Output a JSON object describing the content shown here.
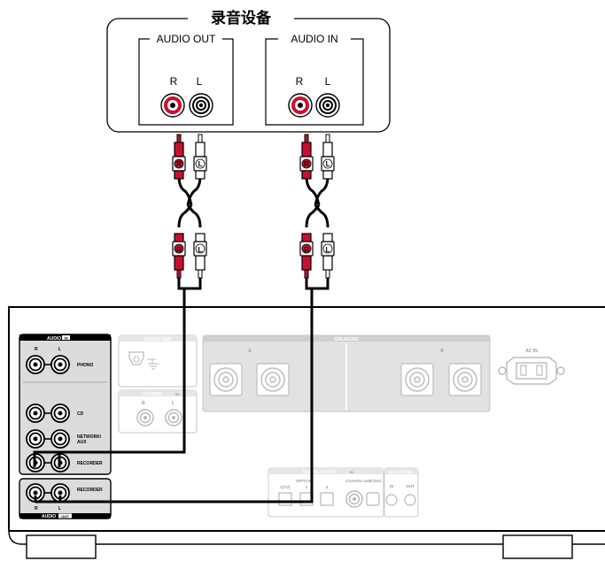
{
  "device": {
    "title": "录音设备",
    "audio_out": {
      "label": "AUDIO OUT",
      "r": "R",
      "l": "L"
    },
    "audio_in": {
      "label": "AUDIO IN",
      "r": "R",
      "l": "L"
    }
  },
  "plugs": {
    "r": "R",
    "l": "L"
  },
  "amp": {
    "audio_in": {
      "label": "AUDIO",
      "badge": "IN",
      "r": "R",
      "l": "L"
    },
    "audio_out": {
      "label": "AUDIO",
      "badge": "OUT",
      "r": "R",
      "l": "L"
    },
    "inputs": [
      "PHONO",
      "CD",
      "NETWORK/",
      "AUX",
      "RECORDER"
    ],
    "output_name": "RECORDER",
    "signal_gnd": "SIGNAL GND",
    "ext_pre": {
      "label": "EXT.PRE",
      "badge": "IN",
      "r": "R",
      "l": "L"
    },
    "speakers": "SPEAKERS",
    "speaker_a": "A",
    "speaker_b": "B",
    "ac_in": "AC IN",
    "digital_audio": {
      "label": "DIGITAL AUDIO",
      "badge": "IN"
    },
    "optical": "OPTICAL",
    "tv": "1(TV)",
    "opt2": "2",
    "opt3": "3",
    "coaxial": "COAXIAL",
    "usb_dac": "USB-DAC",
    "ir_control": {
      "label": "IR CONTROL",
      "in": "IN",
      "out": "OUT"
    }
  },
  "colors": {
    "red_jack": "#c8102e",
    "panel": "#dcdcdc",
    "ghost": "#e6e6e6"
  }
}
